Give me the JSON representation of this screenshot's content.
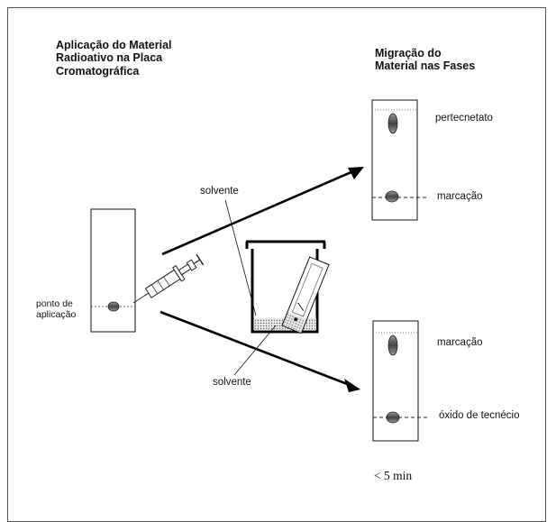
{
  "headings": {
    "application": "Aplicação do Material\nRadioativo na Placa\nCromatográfica",
    "migration": "Migração do\nMaterial nas Fases"
  },
  "labels": {
    "application_point": "ponto de\naplicação",
    "solvent_top": "solvente",
    "solvent_bottom": "solvente",
    "upper_plate_top": "pertecnetato",
    "upper_plate_bottom": "marcação",
    "lower_plate_top": "marcação",
    "lower_plate_bottom": "óxido de tecnécio",
    "time": "< 5 min"
  },
  "colors": {
    "ink": "#111111",
    "frame": "#555555",
    "spot_dark": "#444444",
    "spot_light": "#aaaaaa"
  }
}
